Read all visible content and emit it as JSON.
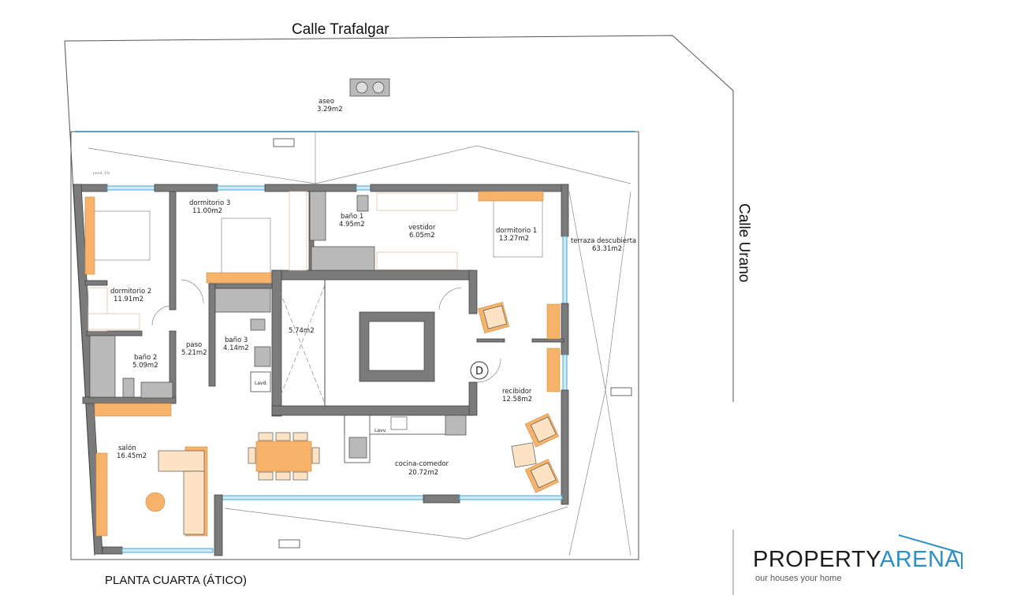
{
  "streets": {
    "top": "Calle Trafalgar",
    "right": "Calle Urano"
  },
  "floor_title": "PLANTA CUARTA (ÁTICO)",
  "rooms": {
    "aseo": {
      "name": "aseo",
      "area": "3.29m2"
    },
    "dormitorio3": {
      "name": "dormitorio 3",
      "area": "11.00m2"
    },
    "bano1": {
      "name": "baño 1",
      "area": "4.95m2"
    },
    "vestidor": {
      "name": "vestidor",
      "area": "6.05m2"
    },
    "dormitorio1": {
      "name": "dormitorio 1",
      "area": "13.27m2"
    },
    "terraza": {
      "name": "terraza descubierta",
      "area": "63.31m2"
    },
    "dormitorio2": {
      "name": "dormitorio 2",
      "area": "11.91m2"
    },
    "bano2": {
      "name": "baño 2",
      "area": "5.09m2"
    },
    "paso": {
      "name": "paso",
      "area": "5.21m2"
    },
    "bano3": {
      "name": "baño 3",
      "area": "4.14m2"
    },
    "hueco": {
      "area": "5.74m2"
    },
    "recibidor": {
      "name": "recibidor",
      "area": "12.58m2"
    },
    "cocina": {
      "name": "cocina-comedor",
      "area": "20.72m2"
    },
    "salon": {
      "name": "salón",
      "area": "16.45m2"
    }
  },
  "annotations": {
    "lavadora": "Lavd.",
    "lavavajillas": "Lavv.",
    "door_mark": "D",
    "slope": "pend. 1%"
  },
  "logo": {
    "brand_left": "PROPERTY",
    "brand_right": "ARENA",
    "tagline": "our houses your home",
    "accent_color": "#2a8fc6"
  },
  "colors": {
    "wall": "#7b7b7b",
    "furniture": "#f7b36a",
    "glazing": "#4aa6d0"
  }
}
